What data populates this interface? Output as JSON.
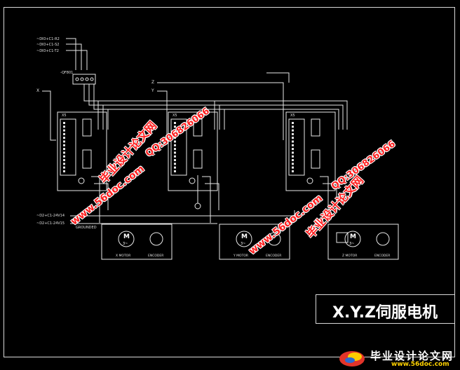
{
  "title": "X.Y.Z伺服电机",
  "power_labels": [
    "~DIO+C1-R2",
    "~DIO+C1-S2",
    "~DIO+C1-T2"
  ],
  "breaker_label": "-QF801",
  "axis_labels": {
    "x": "X",
    "y": "Y",
    "z": "Z"
  },
  "drive_label": "X5",
  "supply_labels": [
    "~D2+C1-24V14",
    "~D2+C1-24V15"
  ],
  "ground_label": "GROUNDED",
  "motor_labels": [
    "X MOTOR",
    "Y MOTOR",
    "Z MOTOR"
  ],
  "encoder_label": "ENCODER",
  "motor_symbol": "M",
  "motor_sub": "3~",
  "watermarks": {
    "site": "www.56doc.com",
    "brand": "毕业设计论文网",
    "qq": "QQ:306826066"
  },
  "logo": {
    "text": "毕业设计论文网",
    "url": "www.56doc.com"
  }
}
